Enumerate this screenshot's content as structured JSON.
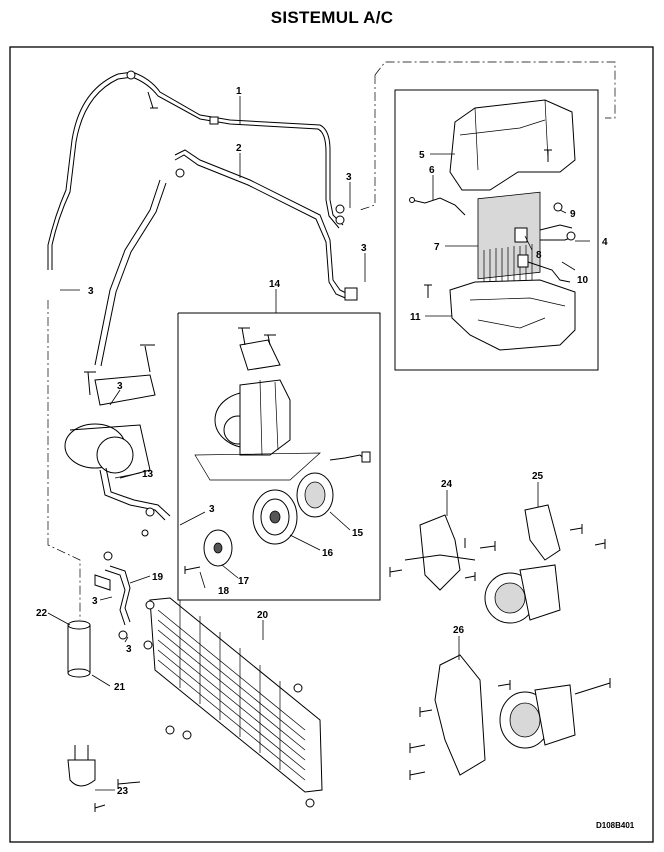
{
  "title": "SISTEMUL A/C",
  "drawing_code": "D108B401",
  "callouts": {
    "c1": "1",
    "c2": "2",
    "c3a": "3",
    "c3b": "3",
    "c3c": "3",
    "c3d": "3",
    "c3e": "3",
    "c3f": "3",
    "c3g": "3",
    "c4": "4",
    "c5": "5",
    "c6": "6",
    "c7": "7",
    "c8": "8",
    "c9": "9",
    "c10": "10",
    "c11": "11",
    "c13": "13",
    "c14": "14",
    "c15": "15",
    "c16": "16",
    "c17": "17",
    "c18": "18",
    "c19": "19",
    "c20": "20",
    "c21": "21",
    "c22": "22",
    "c23": "23",
    "c24": "24",
    "c25": "25",
    "c26": "26"
  }
}
